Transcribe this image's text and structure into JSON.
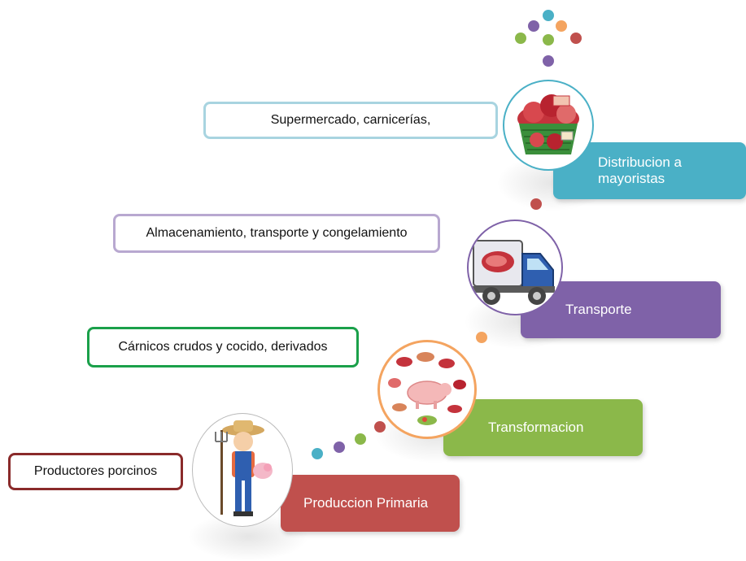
{
  "colors": {
    "distribucion": "#4ab0c6",
    "transporte": "#7f62a8",
    "transformacion": "#8bb84a",
    "produccion": "#c0504d",
    "box_supermercado": "#a8d4e0",
    "box_almacenamiento": "#b8a8d0",
    "box_carnicos": "#1aa04a",
    "box_productores": "#8a2a2a"
  },
  "stages": {
    "distribucion": {
      "line1": "Distribucion a",
      "line2": "mayoristas",
      "icon": "meat-basket-icon"
    },
    "transporte": {
      "label": "Transporte",
      "icon": "refrigerated-truck-icon"
    },
    "transformacion": {
      "label": "Transformacion",
      "icon": "meat-products-pig-icon"
    },
    "produccion": {
      "label": "Produccion Primaria",
      "icon": "farmer-with-pig-icon"
    }
  },
  "descriptions": {
    "distribucion": "Supermercado, carnicerías,",
    "transporte": "Almacenamiento, transporte y congelamiento",
    "transformacion": "Cárnicos crudos y cocido, derivados",
    "produccion": "Productores porcinos"
  },
  "decor": {
    "dot_colors": [
      "#4ab0c6",
      "#7f62a8",
      "#8bb84a",
      "#c0504d",
      "#f4a460",
      "#e8704a"
    ]
  }
}
